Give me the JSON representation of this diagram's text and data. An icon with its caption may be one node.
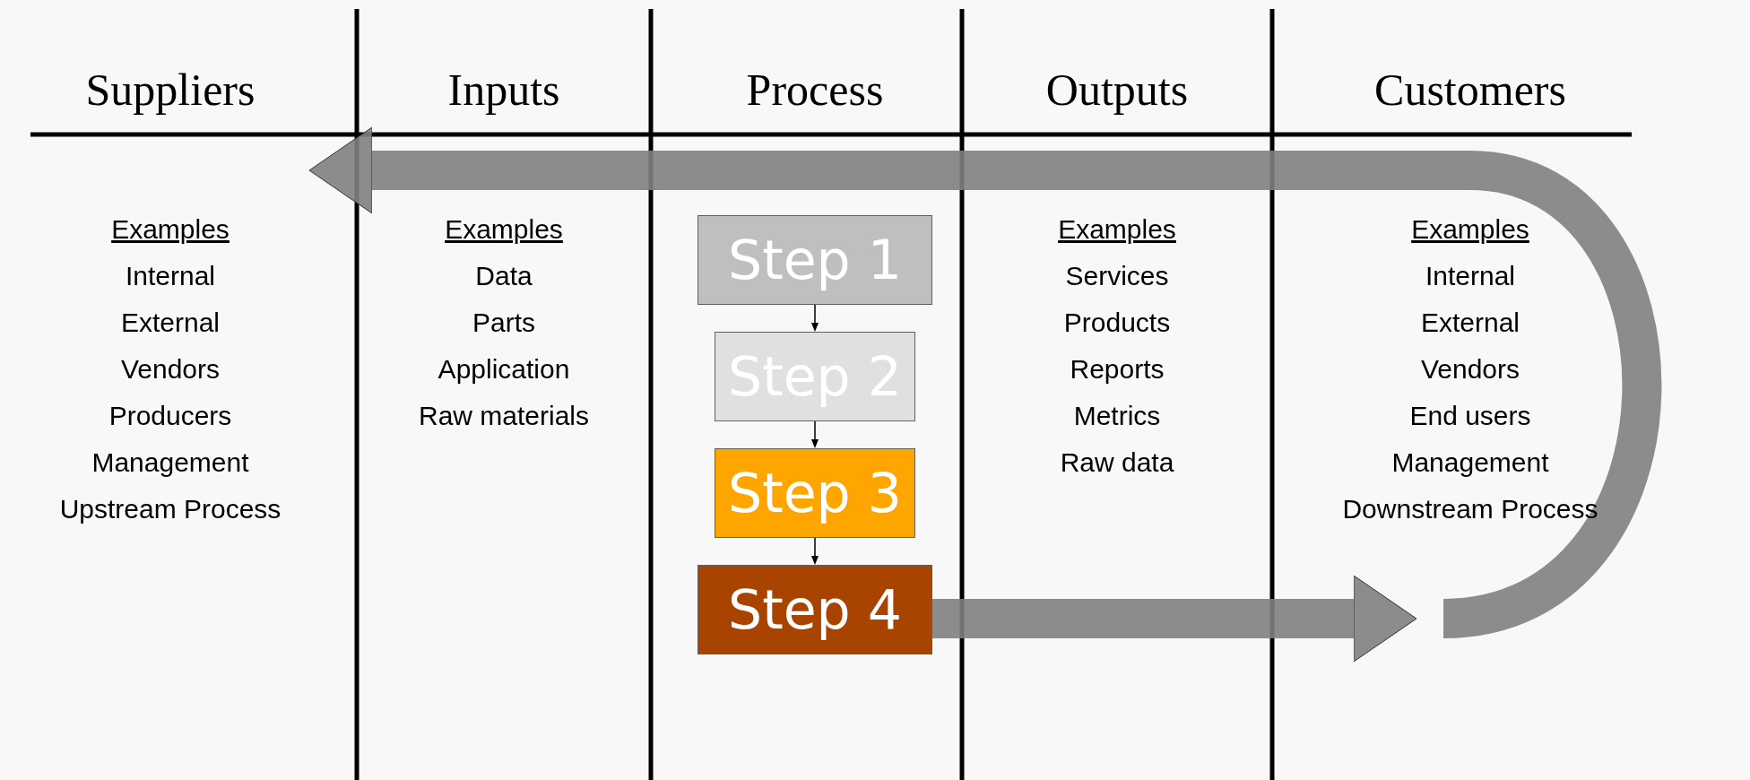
{
  "diagram": {
    "nodes": [
      {
        "text": [
          "Examples",
          "Internal",
          "External",
          "Vendors",
          "Producers",
          "Management",
          "Upstream Process"
        ]
      },
      {
        "text": [
          "Step 1"
        ]
      },
      {
        "text": [
          "Step 2"
        ]
      },
      {
        "text": [
          "Step 3"
        ]
      },
      {
        "text": [
          "Step 4"
        ]
      },
      {
        "text": [
          "Examples",
          "Internal",
          "External",
          "Vendors",
          "End users",
          "Management",
          "Downstream Process"
        ]
      }
    ],
    "edges": [
      {
        "from": 1,
        "to": 2,
        "arrow": "to"
      },
      {
        "from": 2,
        "to": 3,
        "arrow": "to"
      },
      {
        "from": 3,
        "to": 4,
        "arrow": "to"
      },
      {
        "from": 4,
        "to": 5,
        "arrow": "to",
        "style": "thick",
        "color": "#808080"
      },
      {
        "from": 5,
        "to": 0,
        "arrow": "to",
        "style": "thick",
        "color": "#808080"
      }
    ],
    "labels": [
      "Suppliers",
      "Inputs",
      "Process",
      "Outputs",
      "Customers",
      "Examples",
      "Data",
      "Parts",
      "Application",
      "Raw materials",
      "Examples",
      "Services",
      "Products",
      "Reports",
      "Metrics",
      "Raw data"
    ]
  }
}
